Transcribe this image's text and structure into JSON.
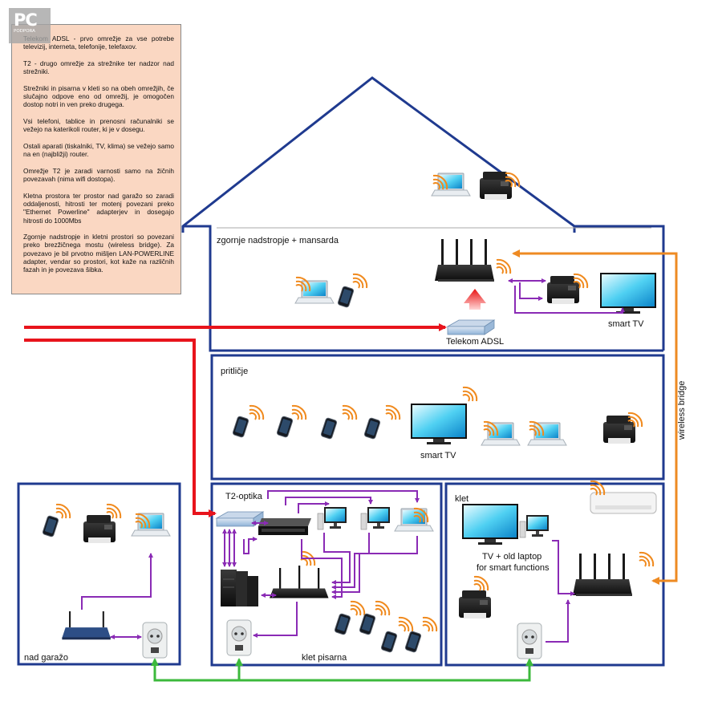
{
  "logo": {
    "text": "PC",
    "subtext": "PODPORA"
  },
  "notes": [
    "Telekom ADSL - prvo omrežje za vse potrebe televizij, interneta, telefonije, telefaxov.",
    "T2 - drugo omrežje za strežnike ter nadzor nad strežniki.",
    "Strežniki in pisarna v kleti so na obeh omrežjih, če slučajno odpove eno od omrežij, je omogočen dostop notri in ven preko drugega.",
    "Vsi telefoni, tablice in prenosni računalniki se vežejo na katerikoli router, ki je v dosegu.",
    "Ostali aparati (tiskalniki, TV, klima) se vežejo samo na en (najbližji) router.",
    "Omrežje T2 je zaradi varnosti samo na žičnih povezavah (nima wifi dostopa).",
    "Kletna prostora ter prostor nad garažo so zaradi oddaljenosti, hitrosti ter motenj povezani preko \"Ethernet Powerline\" adapterjev in dosegajo hitrosti do 1000Mbs",
    "Zgornje nadstropje in kletni prostori so povezani preko brezžičnega mostu (wireless bridge). Za povezavo je bil prvotno mišljen LAN-POWERLINE adapter, vendar so prostori, kot kaže na različnih fazah in je povezava šibka."
  ],
  "rooms": {
    "upper": "zgornje nadstropje + mansarda",
    "ground": "pritličje",
    "garage": "nad garažo",
    "office": "klet pisarna",
    "basement": "klet"
  },
  "labels": {
    "upper_tv": "smart TV",
    "ground_tv": "smart TV",
    "adsl": "Telekom ADSL",
    "t2": "T2-optika",
    "bridge": "wireless bridge",
    "basement_tv_line1": "TV + old laptop",
    "basement_tv_line2": "for smart functions"
  },
  "colors": {
    "walls": "#1f3a8f",
    "adsl_line": "#e8141c",
    "t2_line": "#e8141c",
    "lan": "#8a2bb5",
    "powerline": "#3cb93c",
    "bridge": "#ee8a22",
    "wifi": "#f08a1e",
    "note_bg": "#fad7c2"
  }
}
